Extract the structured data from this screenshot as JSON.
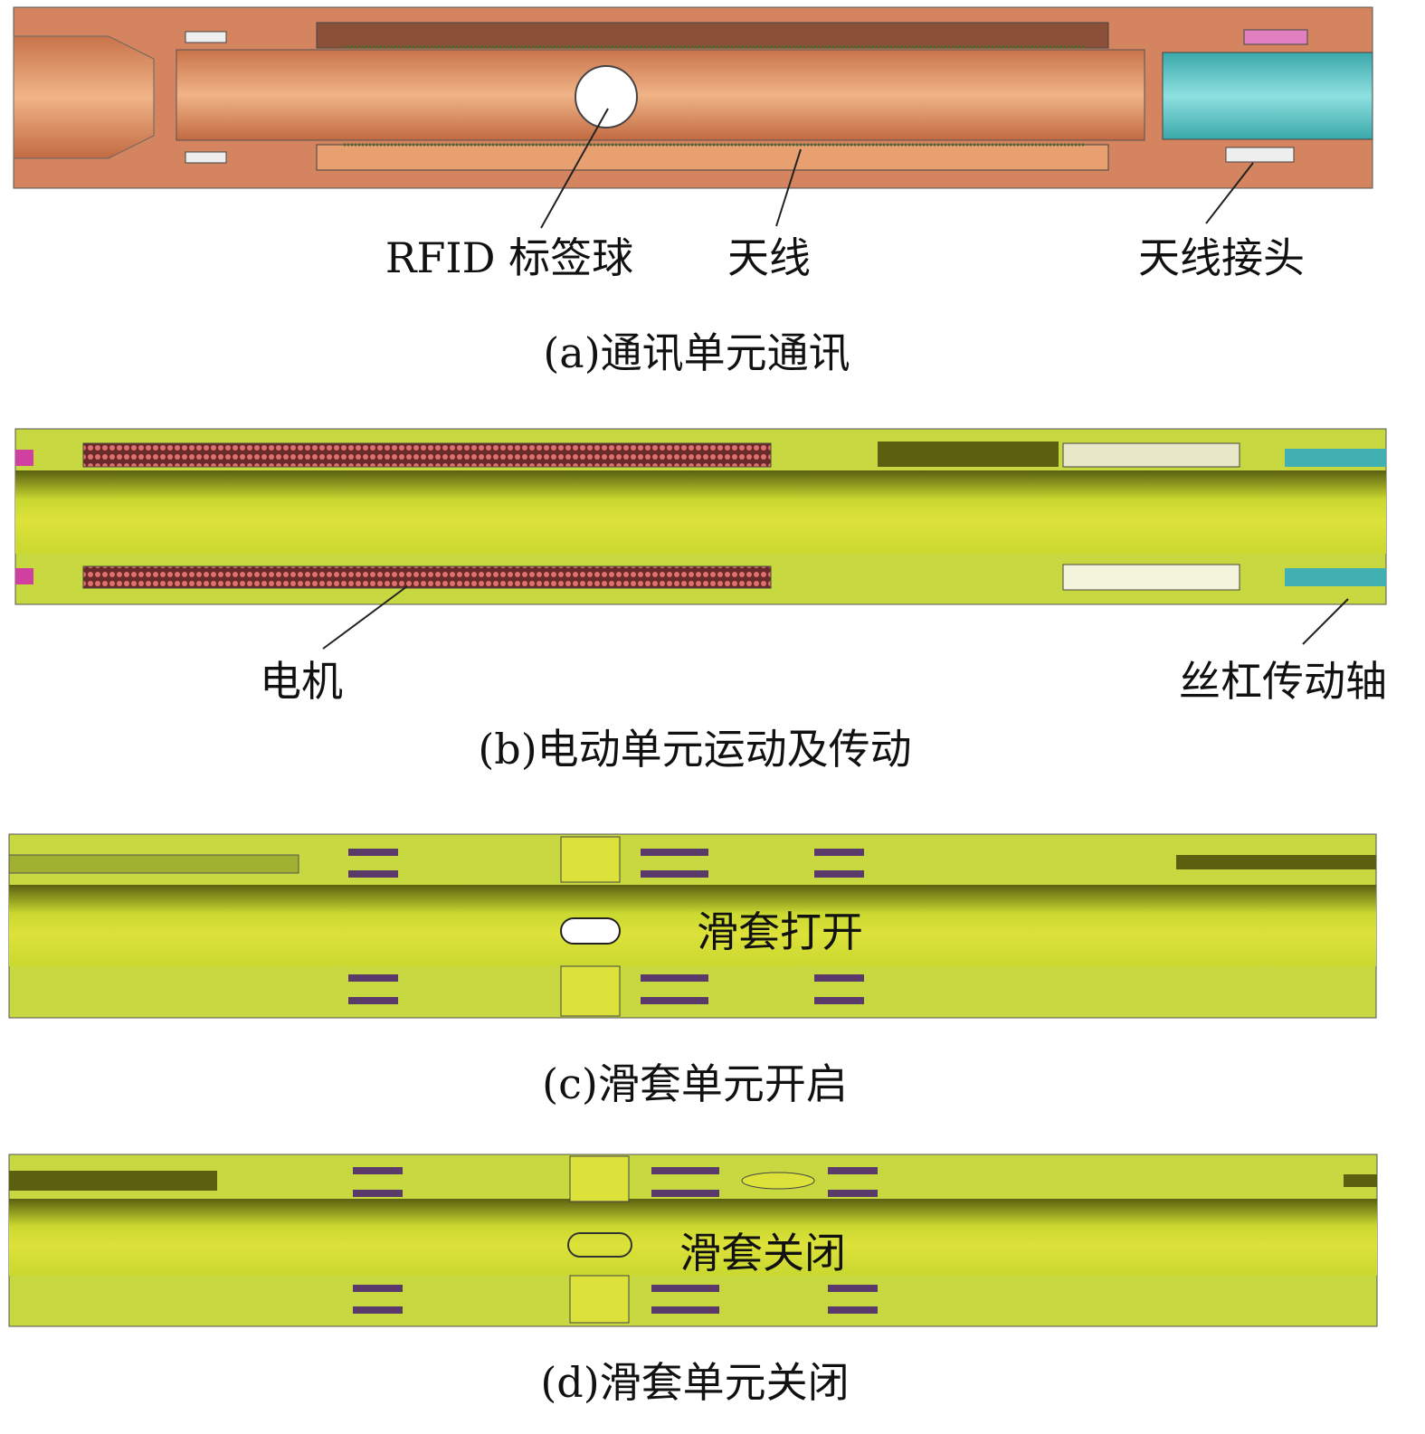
{
  "panel_a": {
    "labels": {
      "rfid_ball": "RFID 标签球",
      "antenna": "天线",
      "antenna_connector": "天线接头"
    },
    "caption": "(a)通讯单元通讯",
    "colors": {
      "body": "#d4855f",
      "bore": "#e8a070",
      "connector": "#5cc4c4"
    }
  },
  "panel_b": {
    "labels": {
      "motor": "电机",
      "lead_screw_shaft": "丝杠传动轴"
    },
    "caption": "(b)电动单元运动及传动",
    "colors": {
      "body": "#c8d840",
      "coil": "#c05050"
    }
  },
  "panel_c": {
    "labels": {
      "sleeve_open": "滑套打开"
    },
    "caption": "(c)滑套单元开启"
  },
  "panel_d": {
    "labels": {
      "sleeve_closed": "滑套关闭"
    },
    "caption": "(d)滑套单元关闭"
  }
}
